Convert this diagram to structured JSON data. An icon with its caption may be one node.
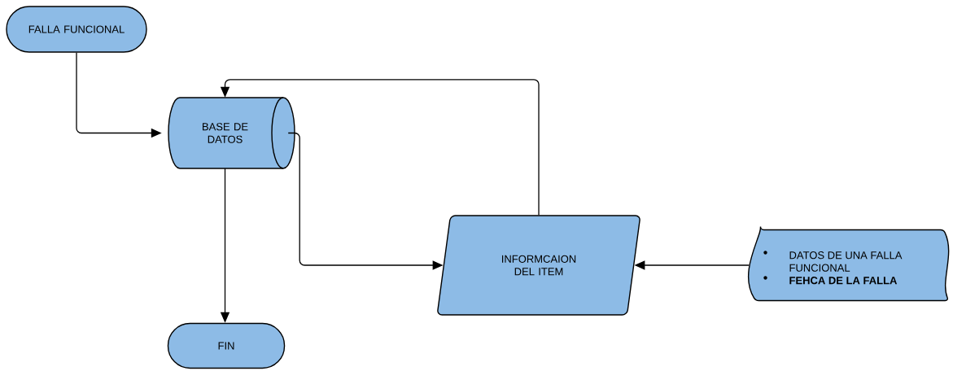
{
  "diagram": {
    "nodes": [
      {
        "text": [
          "FALLA FUNCIONAL"
        ]
      },
      {
        "text": [
          "BASE DE DATOS"
        ]
      },
      {
        "text": [
          "INFORMCAION DEL ITEM"
        ]
      },
      {
        "text": [
          "DATOS DE UNA FALLA FUNCIONAL",
          "FEHCA DE LA FALLA"
        ]
      },
      {
        "text": [
          "FIN"
        ]
      }
    ],
    "edges": [
      {
        "from": 0,
        "to": 1,
        "arrow": "to"
      },
      {
        "from": 1,
        "to": 4,
        "arrow": "to"
      },
      {
        "from": 1,
        "to": 2,
        "arrow": "to"
      },
      {
        "from": 2,
        "to": 1,
        "arrow": "to"
      },
      {
        "from": 3,
        "to": 2,
        "arrow": "to"
      }
    ]
  }
}
